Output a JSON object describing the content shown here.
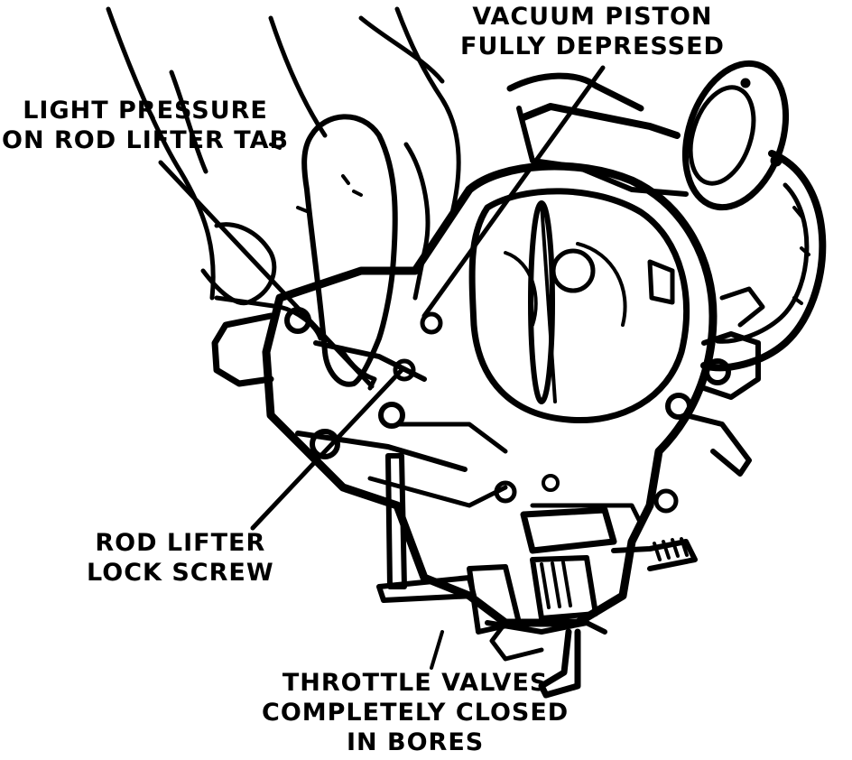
{
  "labels": {
    "vacuum_piston": {
      "line1": "VACUUM PISTON",
      "line2": "FULLY DEPRESSED"
    },
    "light_pressure": {
      "line1": "LIGHT PRESSURE",
      "line2": "ON ROD LIFTER TAB"
    },
    "rod_lifter": {
      "line1": "ROD LIFTER",
      "line2": "LOCK SCREW"
    },
    "throttle_valves": {
      "line1": "THROTTLE VALVES",
      "line2": "COMPLETELY CLOSED",
      "line3": "IN BORES"
    }
  },
  "colors": {
    "ink": "#000000",
    "paper": "#ffffff"
  },
  "icons": [
    "carburetor-illustration",
    "hand-illustration"
  ]
}
